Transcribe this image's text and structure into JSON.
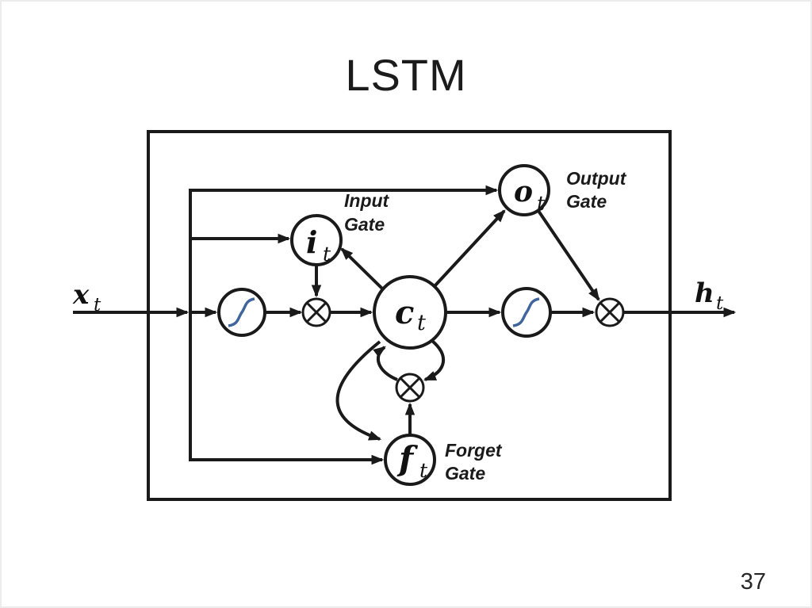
{
  "slide": {
    "title": "LSTM",
    "page_number": "37"
  },
  "diagram": {
    "external": {
      "input": {
        "symbol": "x",
        "subscript": "t"
      },
      "output": {
        "symbol": "h",
        "subscript": "t"
      }
    },
    "nodes": {
      "input_gate": {
        "symbol": "i",
        "subscript": "t"
      },
      "output_gate": {
        "symbol": "o",
        "subscript": "t"
      },
      "forget_gate": {
        "symbol": "f",
        "subscript": "t"
      },
      "cell": {
        "symbol": "c",
        "subscript": "t"
      }
    },
    "gate_labels": {
      "input": {
        "line1": "Input",
        "line2": "Gate"
      },
      "output": {
        "line1": "Output",
        "line2": "Gate"
      },
      "forget": {
        "line1": "Forget",
        "line2": "Gate"
      }
    },
    "icons": {
      "sigmoid": "sigmoid-activation",
      "multiply": "elementwise-multiply"
    }
  },
  "colors": {
    "line": "#1a1a1a",
    "sigmoid_curve": "#40659c",
    "background": "#ffffff",
    "slide_border": "#ececec",
    "page_number": "#262626"
  }
}
